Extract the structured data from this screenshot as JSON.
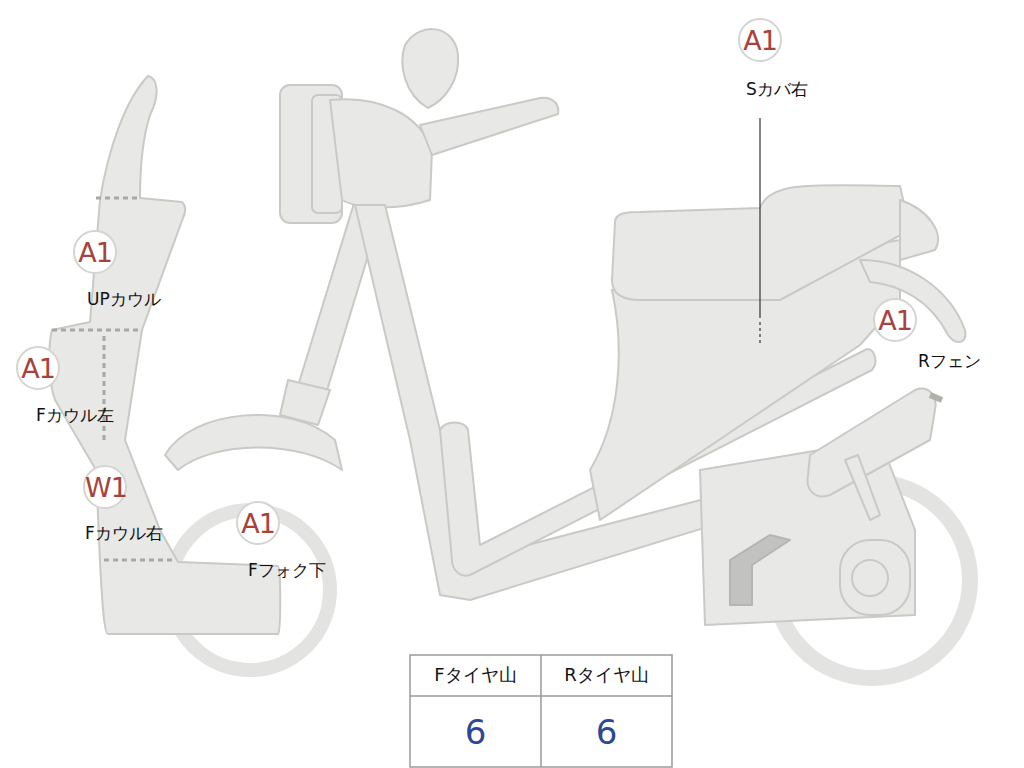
{
  "diagram": {
    "nodes": [
      {
        "text": [
          "A1",
          "Sカバ右"
        ]
      },
      {
        "text": [
          "A1",
          "UPカウル"
        ]
      },
      {
        "text": [
          "A1",
          "Rフェン"
        ]
      },
      {
        "text": [
          "A1",
          "Fカウル左"
        ]
      },
      {
        "text": [
          "W1",
          "Fカウル右"
        ]
      },
      {
        "text": [
          "A1",
          "Fフォク下"
        ]
      }
    ],
    "labels": [
      "Fタイヤ山",
      "Rタイヤ山",
      "6",
      "6"
    ]
  }
}
